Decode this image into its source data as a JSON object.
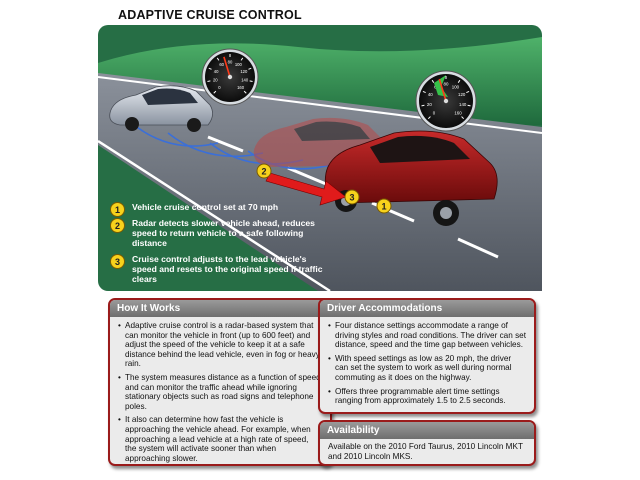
{
  "title": "ADAPTIVE CRUISE CONTROL",
  "colors": {
    "sky": "#2c8a54",
    "road": "#6f7580",
    "accent_red": "#9a1b1b",
    "badge": "#f7d21c"
  },
  "gauges": {
    "left": {
      "ticks": [
        "0",
        "20",
        "40",
        "60",
        "80",
        "100",
        "120",
        "140",
        "160"
      ],
      "set_speed": 70
    },
    "right": {
      "ticks": [
        "0",
        "20",
        "40",
        "60",
        "80",
        "100",
        "120",
        "140",
        "160"
      ],
      "set_speed": 70
    }
  },
  "markers": [
    "1",
    "2",
    "3"
  ],
  "legend": [
    {
      "num": "1",
      "text": "Vehicle cruise control set at 70 mph"
    },
    {
      "num": "2",
      "text": "Radar detects slower vehicle ahead, reduces speed to return vehicle to a safe following distance"
    },
    {
      "num": "3",
      "text": "Cruise control adjusts to the lead vehicle's speed and resets to the original speed if traffic clears"
    }
  ],
  "how_it_works": {
    "heading": "How It Works",
    "bullets": [
      "Adaptive cruise control is a radar-based system that can monitor the vehicle in front (up to 600 feet) and adjust the speed of the vehicle to keep it at a safe distance behind the lead vehicle, even in fog or heavy rain.",
      "The system measures distance as a function of speed and can monitor the traffic ahead while ignoring stationary objects such as road signs and telephone poles.",
      "It also can determine how fast the vehicle is approaching the vehicle ahead. For example, when approaching a lead vehicle at a high rate of speed, the system will activate sooner than when approaching slower."
    ]
  },
  "driver_accommodations": {
    "heading": "Driver Accommodations",
    "bullets": [
      "Four distance settings accommodate a range of driving styles and road conditions. The driver can set distance, speed and the time gap between vehicles.",
      "With speed settings as low as 20 mph, the driver can set the system to work as well during normal commuting as it does on the highway.",
      "Offers three programmable alert time settings ranging from approximately 1.5 to 2.5 seconds."
    ]
  },
  "availability": {
    "heading": "Availability",
    "text": "Available on the 2010 Ford Taurus, 2010 Lincoln MKT and 2010 Lincoln MKS."
  }
}
